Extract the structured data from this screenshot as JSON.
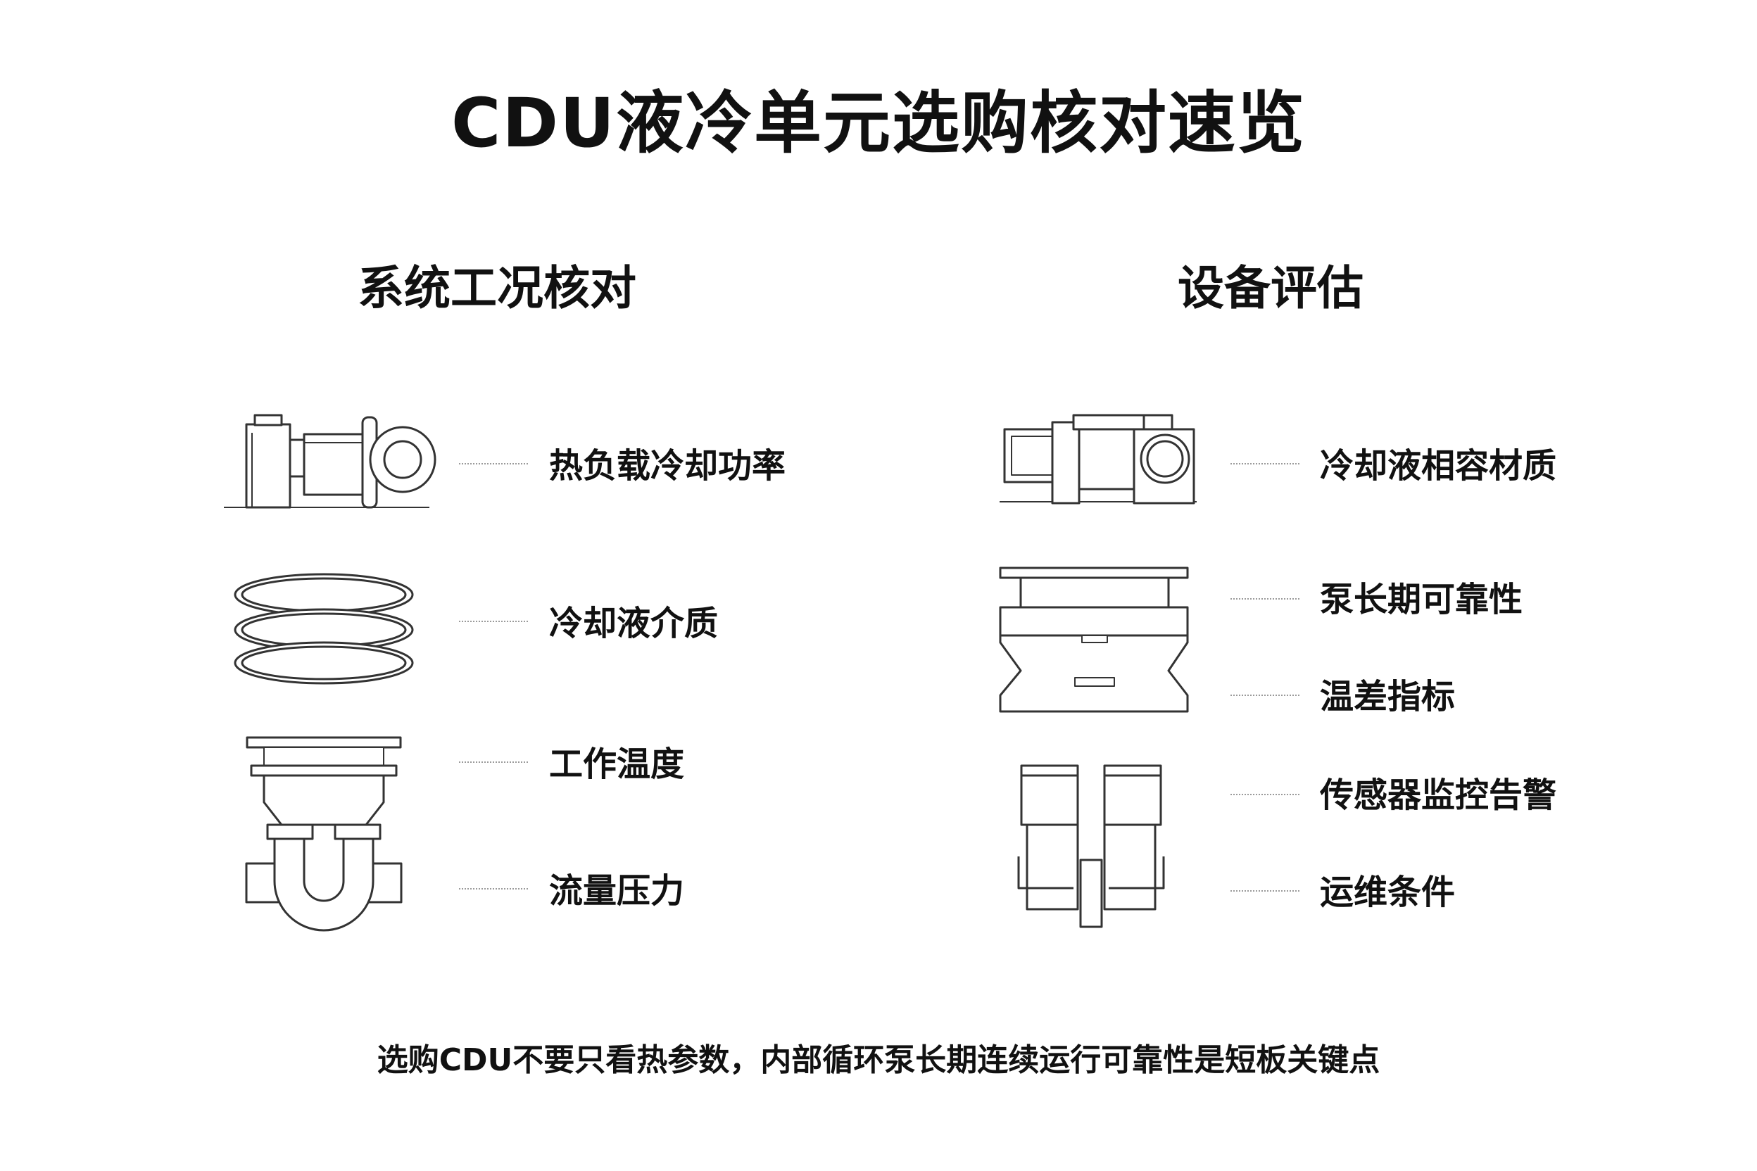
{
  "title": "CDU液冷单元选购核对速览",
  "sections": {
    "left": {
      "title": "系统工况核对",
      "items": [
        "热负载冷却功率",
        "冷却液介质",
        "工作温度",
        "流量压力"
      ]
    },
    "right": {
      "title": "设备评估",
      "items": [
        "冷却液相容材质",
        "泵长期可靠性",
        "温差指标",
        "传感器监控告警",
        "运维条件"
      ]
    }
  },
  "footer": "选购CDU不要只看热参数，内部循环泵长期连续运行可靠性是短板关键点",
  "colors": {
    "text": "#111111",
    "line": "#333333",
    "leader": "#9a9a9a",
    "background": "#ffffff"
  },
  "icons": [
    "pump-motor-icon",
    "o-ring-seals-icon",
    "u-bend-pipe-icon",
    "pump-assembly-icon",
    "plate-heat-exchanger-icon",
    "quick-connector-icon"
  ]
}
